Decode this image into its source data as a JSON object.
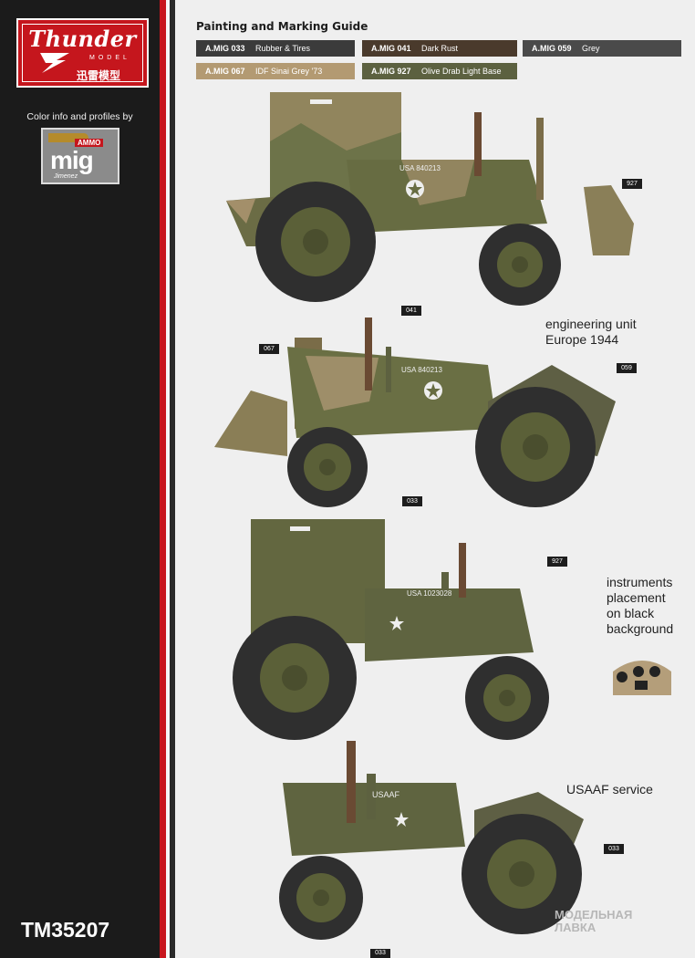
{
  "brand": {
    "logo_text": "Thunder",
    "logo_sub": "MODEL",
    "logo_cn": "迅雷模型",
    "color_info": "Color info and profiles by",
    "partner_logo_top": "AMMO",
    "partner_logo_main": "mig",
    "partner_logo_sub": "Jimenez"
  },
  "product_code": "TM35207",
  "guide": {
    "title": "Painting and Marking Guide",
    "colors": [
      {
        "code": "A.MIG 033",
        "name": "Rubber & Tires",
        "hex": "#3b3b3b"
      },
      {
        "code": "A.MIG 041",
        "name": "Dark Rust",
        "hex": "#4a3a2c"
      },
      {
        "code": "A.MIG 059",
        "name": "Grey",
        "hex": "#4a4a4a"
      },
      {
        "code": "A.MIG 067",
        "name": "IDF Sinai Grey '73",
        "hex": "#b39a72"
      },
      {
        "code": "A.MIG 927",
        "name": "Olive Drab Light Base",
        "hex": "#5c6140"
      }
    ]
  },
  "profiles": [
    {
      "serial": "USA 840213",
      "callouts": [
        "927"
      ]
    },
    {
      "serial": "USA 840213",
      "note": "engineering unit\nEurope 1944",
      "callouts": [
        "041",
        "067",
        "059",
        "033"
      ]
    },
    {
      "serial": "USA 1023028",
      "note": "instruments placement on black background",
      "callouts": [
        "927"
      ]
    },
    {
      "serial": "USAAF",
      "note": "USAAF service",
      "callouts": [
        "033",
        "033"
      ]
    }
  ],
  "notes": {
    "engineering_line1": "engineering unit",
    "engineering_line2": "Europe 1944",
    "instruments_1": "instruments",
    "instruments_2": "placement",
    "instruments_3": "on black",
    "instruments_4": "background",
    "usaaf": "USAAF service"
  },
  "watermark": {
    "line1": "МОДЕЛЬНАЯ",
    "line2": "ЛАВКА"
  }
}
